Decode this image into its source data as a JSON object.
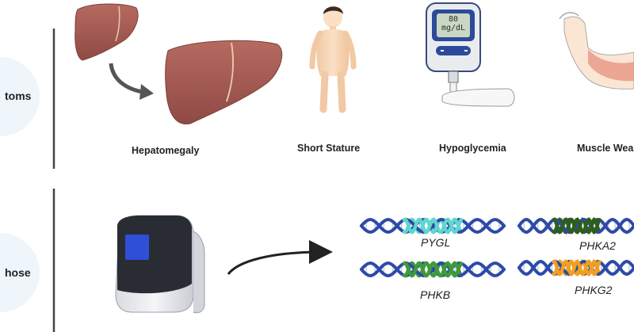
{
  "rows": {
    "symptoms_label": "toms",
    "diagnose_label": "hose"
  },
  "symptoms": [
    {
      "label": "Hepatomegaly",
      "icon": "liver-icon"
    },
    {
      "label": "Short Stature",
      "icon": "child-icon"
    },
    {
      "label": "Hypoglycemia",
      "icon": "glucose-meter-icon"
    },
    {
      "label": "Muscle Wea",
      "icon": "arm-muscle-icon"
    }
  ],
  "meter": {
    "value": "80",
    "unit": "mg/dL"
  },
  "genes": [
    {
      "name": "PYGL",
      "accent": "#5fd6cf"
    },
    {
      "name": "PHKA2",
      "accent": "#2f5d1e"
    },
    {
      "name": "PHKB",
      "accent": "#3f9a3a"
    },
    {
      "name": "PHKG2",
      "accent": "#f0a020"
    }
  ],
  "colors": {
    "liver": "#a65a52",
    "dna_strand": "#2d4aa8",
    "arrow": "#555555",
    "circle_bg": "#eef5fb",
    "sequencer_screen": "#2f4fd8"
  }
}
